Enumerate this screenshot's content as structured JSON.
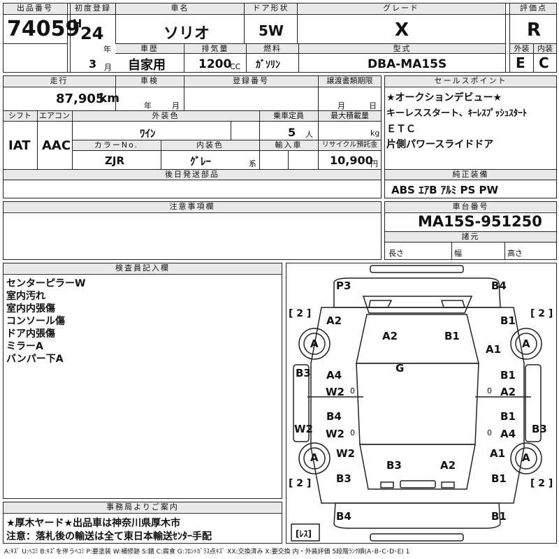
{
  "header": {
    "lot_label": "出品番号",
    "lot": "74059",
    "first_reg_label": "初度登録",
    "era": "H",
    "year": "24",
    "year_unit": "年",
    "month": "3",
    "month_unit": "月",
    "name_label": "車名",
    "name": "ソリオ",
    "door_label": "ドア形状",
    "door": "5W",
    "grade_label": "グレード",
    "grade": "X",
    "score_label": "評価点",
    "score": "R",
    "history_label": "車歴",
    "history": "自家用",
    "displacement_label": "排気量",
    "displacement": "1200",
    "displacement_unit": "CC",
    "fuel_label": "燃料",
    "fuel": "ｶﾞｿﾘﾝ",
    "model_label": "型式",
    "model": "DBA-MA15S",
    "ext_label": "外装",
    "ext": "E",
    "int_label": "内装",
    "int": "C"
  },
  "row2": {
    "mileage_label": "走行",
    "mileage": "87,905",
    "mileage_unit": "km",
    "inspection_label": "車検",
    "insp_year_unit": "年",
    "insp_month_unit": "月",
    "reg_label": "登録番号",
    "transfer_label": "譲渡書類期限",
    "transfer_month_unit": "月",
    "transfer_day_unit": "日",
    "shift_label": "シフト",
    "shift": "IAT",
    "ac_label": "エアコン",
    "ac": "AAC",
    "color_label": "外装色",
    "color": "ﾜｲﾝ",
    "capacity_label": "乗車定員",
    "capacity": "5",
    "capacity_unit": "人",
    "maxload_label": "最大積載量",
    "maxload_unit": "kg",
    "colorno_label": "カラーNo.",
    "colorno": "ZJR",
    "interior_label": "内装色",
    "interior": "ｸﾞﾚｰ",
    "interior_unit": "系",
    "import_label": "輸入車",
    "recycle_label": "リサイクル預託金",
    "recycle": "10,900",
    "recycle_unit": "円",
    "later_label": "後日発送部品"
  },
  "sales": {
    "label": "セールスポイント",
    "lines": [
      "★オークションデビュー★",
      "キーレススタート、ｷｰﾚｽﾌﾟｯｼｭｽﾀｰﾄ",
      "ＥＴＣ",
      "片側パワースライドドア"
    ]
  },
  "equipment": {
    "label": "純正装備",
    "items": "ABS ｴｱB ｱﾙﾐ PS PW"
  },
  "caution": {
    "label": "注意事項欄"
  },
  "chassis": {
    "label": "車台番号",
    "value": "MA15S-951250",
    "dims_label": "諸元",
    "length": "長さ",
    "width": "幅",
    "height": "高さ"
  },
  "inspector": {
    "label": "検査員記入欄",
    "notes": [
      "センターピラーW",
      "室内汚れ",
      "室内内張傷",
      "コンソール傷",
      "ドア内張傷",
      "ミラーA",
      "バンパー下A"
    ]
  },
  "office": {
    "label": "事務局よりご案内",
    "lines": [
      "★厚木ヤード★出品車は神奈川県厚木市",
      "注意：落札後の輸送は全て東日本輸送ｾﾝﾀｰ手配"
    ]
  },
  "diagram": {
    "labels": [
      "P3",
      "B4",
      "A2",
      "B1",
      "A2",
      "B1",
      "A1",
      "A",
      "A",
      "G",
      "B3",
      "A4",
      "B1",
      "W2",
      "A2",
      "B4",
      "B1",
      "W2",
      "A4",
      "W2",
      "B3",
      "W2",
      "A1",
      "A",
      "A",
      "B3",
      "A2",
      "B3",
      "B1",
      "B4",
      "B1"
    ],
    "tire": [
      "[ 2 ]",
      "[ 2 ]",
      "[ 2 ]",
      "[ 2 ]"
    ],
    "spare": "[ﾚｽ]",
    "zero_marks": [
      "0",
      "0",
      "0",
      "0"
    ]
  },
  "legend": "A:ｷｽﾞ U:ﾍｺﾐ B:ｷｽﾞを伴うﾍｺﾐ P:要塗装 W:補修跡 S:錆 C:腐食 G:ﾌﾛﾝﾄｶﾞﾗｽ点ｷｽﾞ XX:交換済み X:要交換 内・外装評価 5段階ﾗﾝｸ順(A･B･C･D･E) 1"
}
